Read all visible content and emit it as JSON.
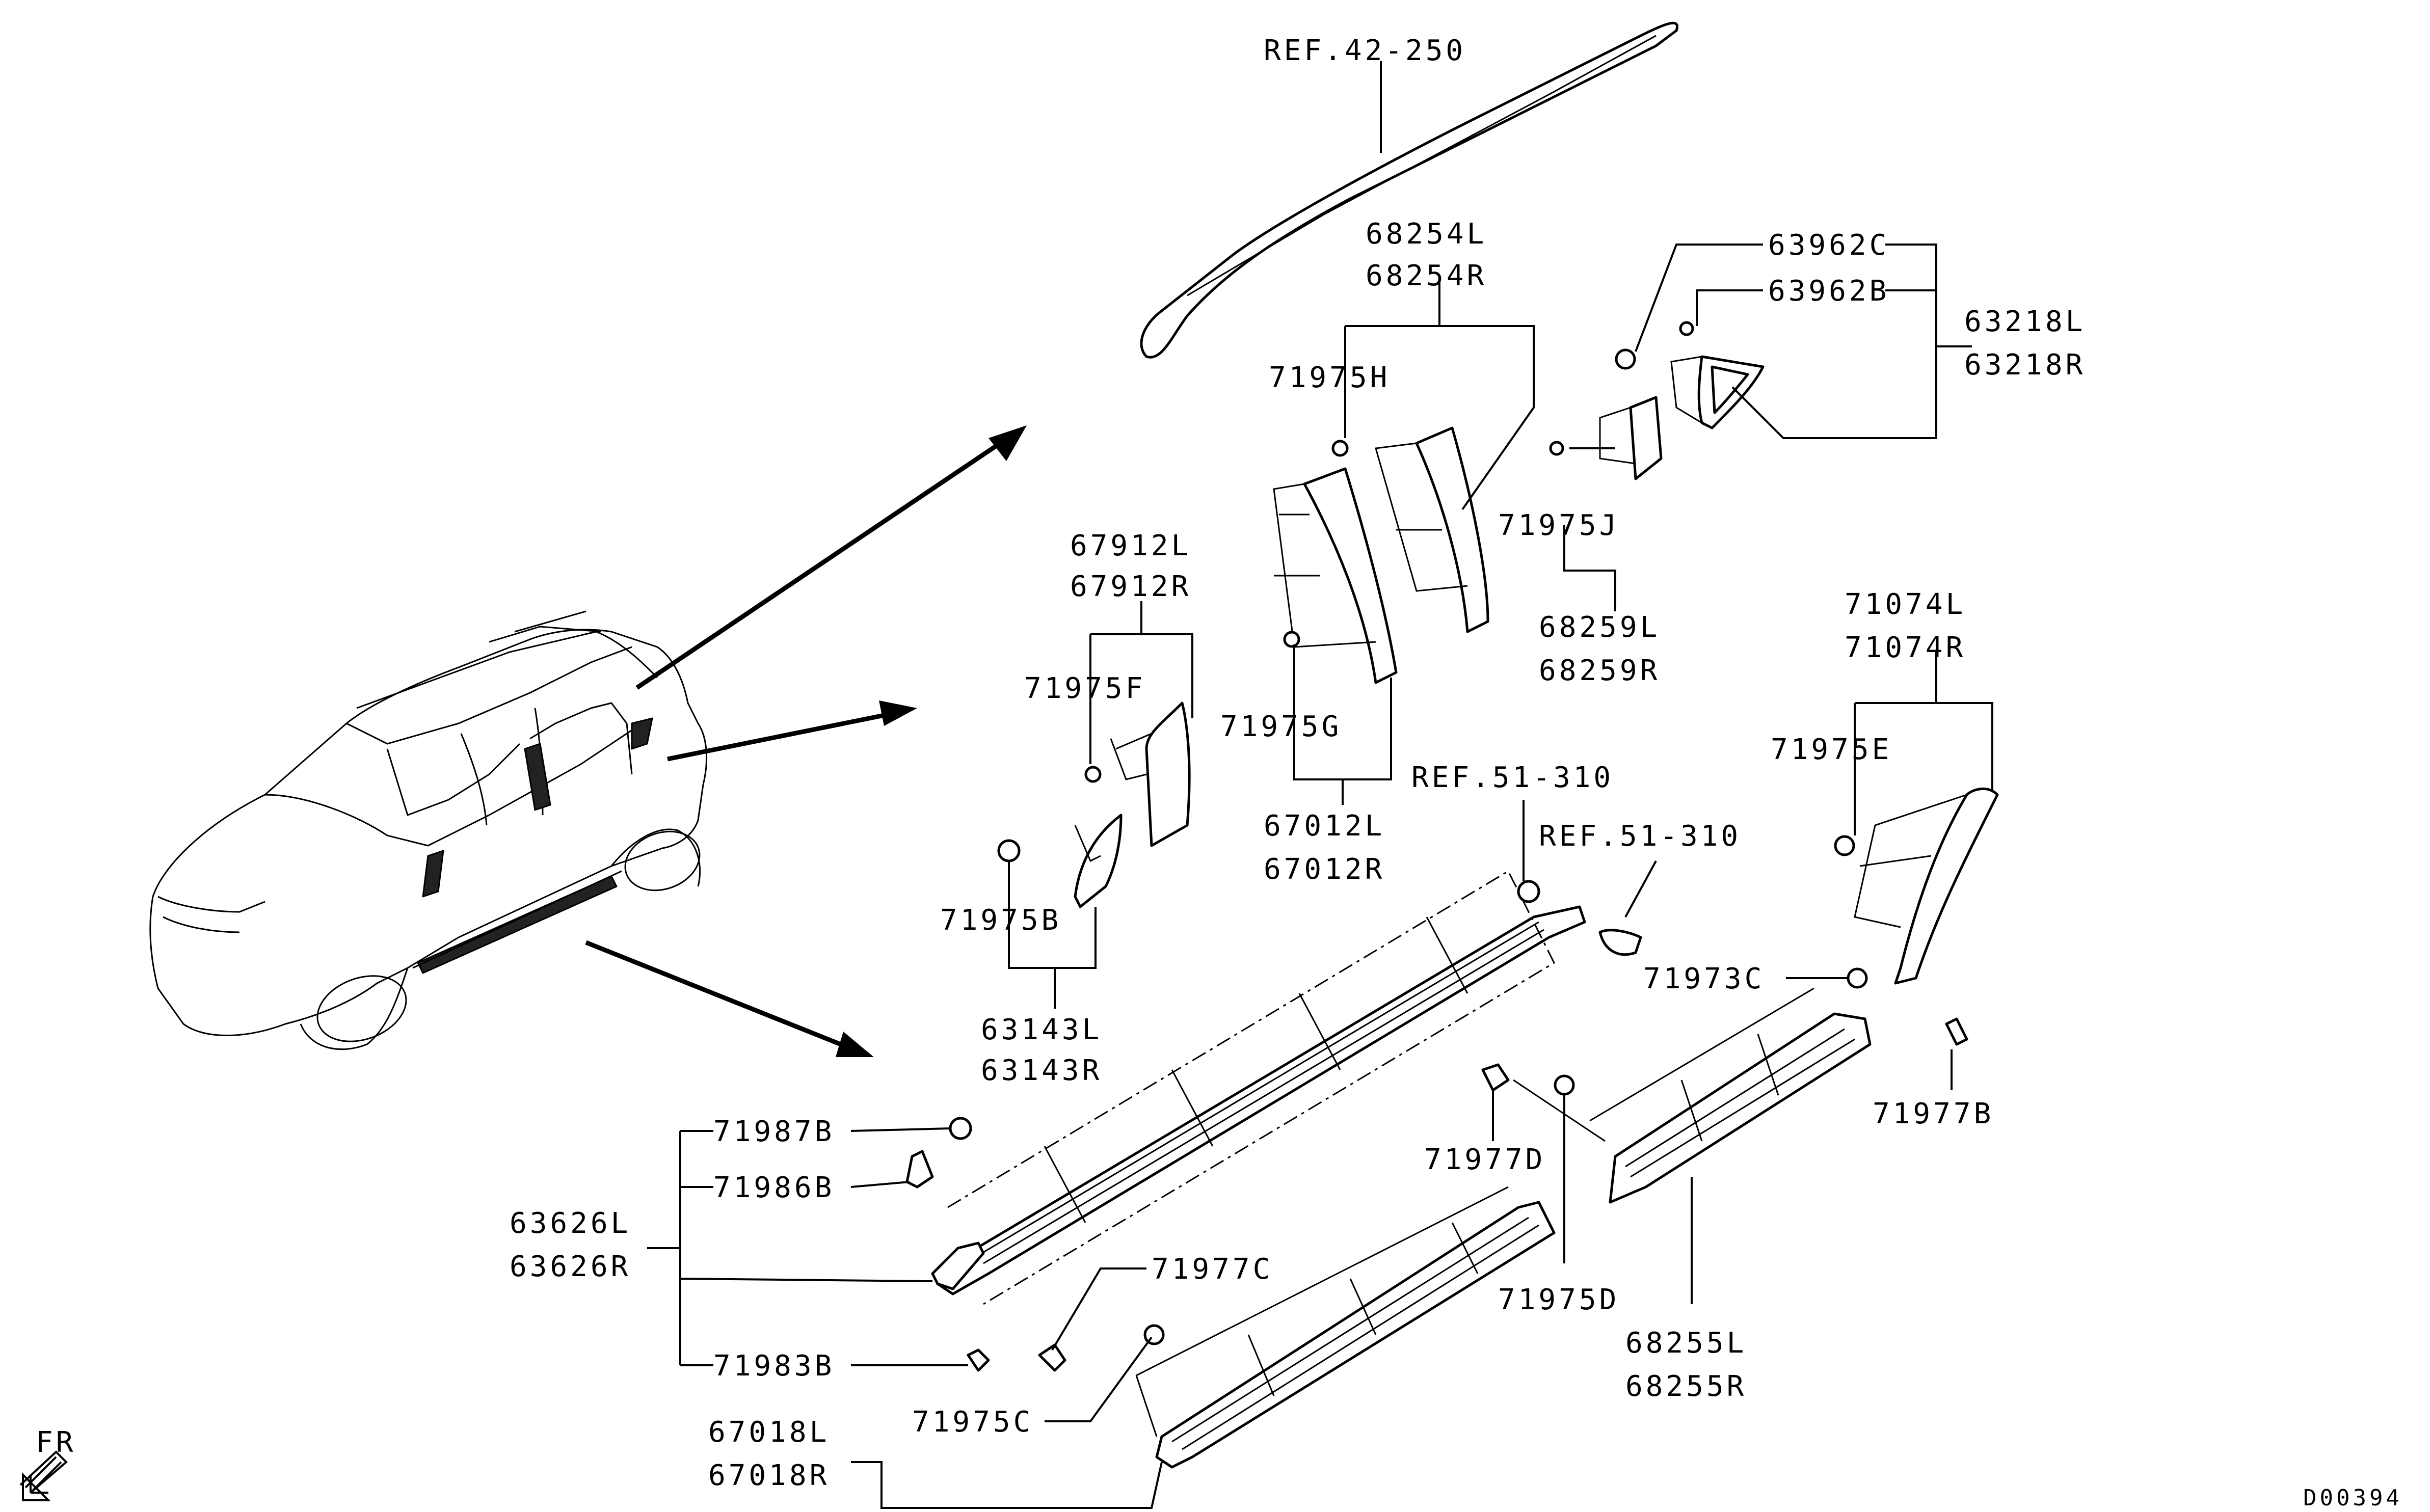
{
  "labels": {
    "ref_42_250": "REF.42-250",
    "p68254L": "68254L",
    "p68254R": "68254R",
    "p71975H": "71975H",
    "p63962C": "63962C",
    "p63962B": "63962B",
    "p63218L": "63218L",
    "p63218R": "63218R",
    "p71975J": "71975J",
    "p68259L": "68259L",
    "p68259R": "68259R",
    "p67912L": "67912L",
    "p67912R": "67912R",
    "p71975F": "71975F",
    "p71975G": "71975G",
    "p67012L": "67012L",
    "p67012R": "67012R",
    "ref_51_310_a": "REF.51-310",
    "ref_51_310_b": "REF.51-310",
    "p71074L": "71074L",
    "p71074R": "71074R",
    "p71975E": "71975E",
    "p71975B": "71975B",
    "p63143L": "63143L",
    "p63143R": "63143R",
    "p71973C": "71973C",
    "p71977B": "71977B",
    "p71987B": "71987B",
    "p71986B": "71986B",
    "p63626L": "63626L",
    "p63626R": "63626R",
    "p71983B": "71983B",
    "p71977C": "71977C",
    "p71977D": "71977D",
    "p71975D": "71975D",
    "p71975C": "71975C",
    "p68255L": "68255L",
    "p68255R": "68255R",
    "p67018L": "67018L",
    "p67018R": "67018R",
    "fr": "FR",
    "diagram_code": "D00394"
  }
}
